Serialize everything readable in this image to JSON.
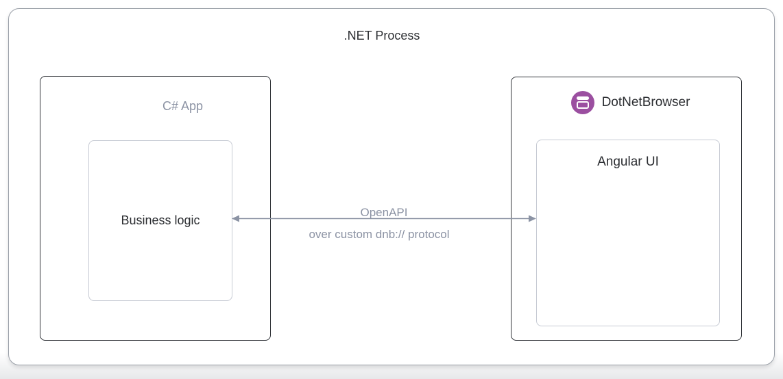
{
  "title": ".NET Process",
  "left_group": {
    "label": "C# App",
    "inner": {
      "label": "Business logic"
    }
  },
  "right_group": {
    "brand": "DotNetBrowser",
    "inner": {
      "label": "Angular UI"
    }
  },
  "connection": {
    "label_top": "OpenAPI",
    "label_bottom": "over custom dnb:// protocol"
  },
  "icons": {
    "brand_icon": "browser-window-icon"
  },
  "colors": {
    "brand_purple": "#9B4FA0",
    "muted_text": "#8B92A3",
    "dark_text": "#2B2D31",
    "outer_box_border": "#2E3136",
    "inner_box_border": "#C6CAD3",
    "arrow": "#8B93A4",
    "card_border": "#9AA0A8",
    "page_background_bottom": "#E7E8EA"
  }
}
